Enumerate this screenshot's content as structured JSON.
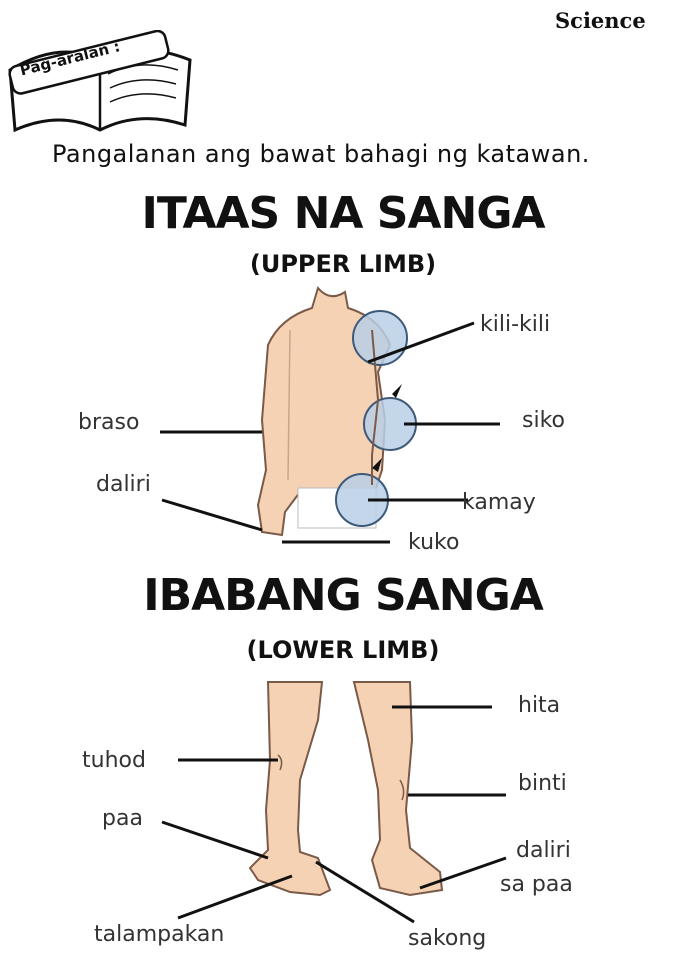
{
  "header": {
    "subject": "Science",
    "badge": "Pag-aralan :"
  },
  "instruction": "Pangalanan ang bawat bahagi ng katawan.",
  "upper": {
    "title": "ITAAS NA SANGA",
    "subtitle": "(UPPER LIMB)",
    "labels": {
      "kili_kili": "kili-kili",
      "braso": "braso",
      "siko": "siko",
      "daliri": "daliri",
      "kamay": "kamay",
      "kuko": "kuko"
    }
  },
  "lower": {
    "title": "IBABANG SANGA",
    "subtitle": "(LOWER LIMB)",
    "labels": {
      "hita": "hita",
      "tuhod": "tuhod",
      "binti": "binti",
      "paa": "paa",
      "daliri_sa_paa_1": "daliri",
      "daliri_sa_paa_2": "sa paa",
      "talampakan": "talampakan",
      "sakong": "sakong"
    }
  },
  "colors": {
    "skin": "#f6d2b4",
    "skin_outline": "#7a5a48",
    "highlight_circle": "#b8cfe6",
    "line": "#111111"
  }
}
